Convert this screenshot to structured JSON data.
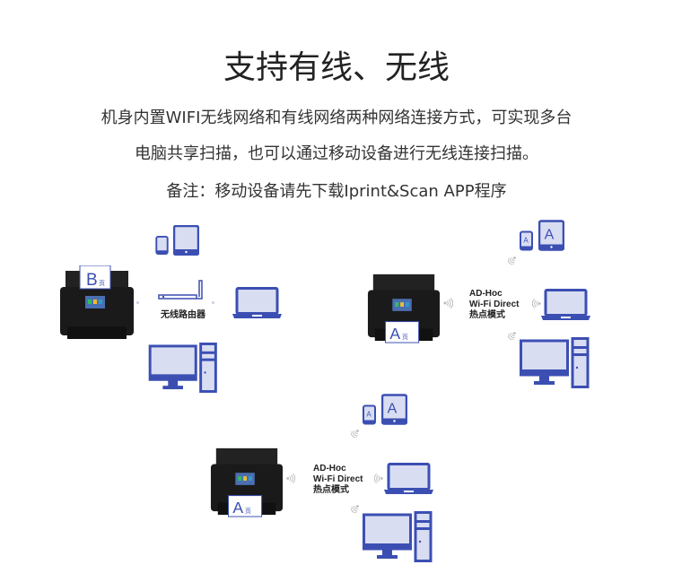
{
  "header": {
    "title": "支持有线、无线"
  },
  "description": {
    "line1": "机身内置WIFI无线网络和有线网络两种网络连接方式，可实现多台",
    "line2": "电脑共享扫描，也可以通过移动设备进行无线连接扫描。",
    "note": "备注：移动设备请先下载Iprint&Scan APP程序"
  },
  "colors": {
    "icon_blue": "#3b4fb3",
    "icon_fill": "#d9ddf2",
    "scanner": "#1a1a1a"
  },
  "diagram_router": {
    "router_label": "无线路由器",
    "paper_letter": "B"
  },
  "diagram_adhoc_1": {
    "mode_line1": "AD-Hoc",
    "mode_line2": "Wi-Fi Direct",
    "mode_line3": "热点模式",
    "paper_letter": "A"
  },
  "diagram_adhoc_2": {
    "mode_line1": "AD-Hoc",
    "mode_line2": "Wi-Fi Direct",
    "mode_line3": "热点模式",
    "paper_letter": "A"
  }
}
